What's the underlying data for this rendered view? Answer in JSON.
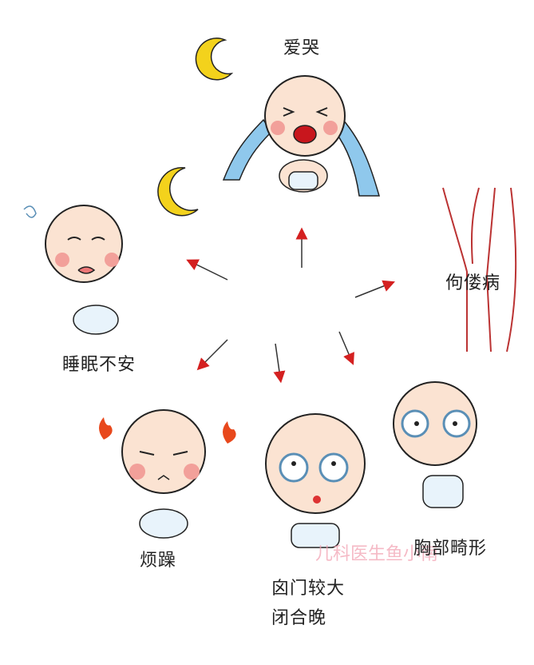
{
  "labels": {
    "crying": "爱哭",
    "rickets": "佝偻病",
    "restless_sleep": "睡眠不安",
    "irritability": "烦躁",
    "fontanelle_line1": "囟门较大",
    "fontanelle_line2": "闭合晚",
    "chest_deformity": "胸部畸形"
  },
  "watermark": "儿科医生鱼小南",
  "colors": {
    "arrow": "#d42020",
    "skin": "#fbe3d2",
    "cheek": "#f2a09a",
    "tears": "#8fc8ec",
    "moon": "#f3d21c",
    "flame": "#e8481c"
  }
}
